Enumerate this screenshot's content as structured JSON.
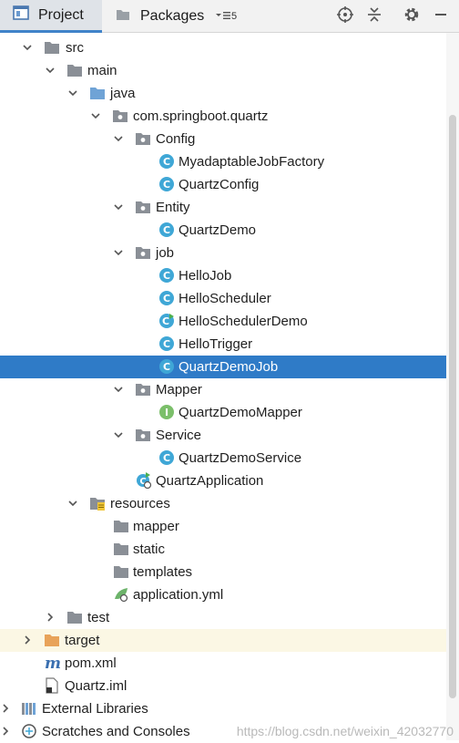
{
  "header": {
    "tab_project": "Project",
    "tab_packages": "Packages",
    "overflow_count": "5"
  },
  "tree": {
    "src": "src",
    "main": "main",
    "java": "java",
    "pkg": "com.springboot.quartz",
    "config": "Config",
    "myadaptable": "MyadaptableJobFactory",
    "quartzconfig": "QuartzConfig",
    "entity": "Entity",
    "quartzdemo": "QuartzDemo",
    "job": "job",
    "hellojob": "HelloJob",
    "helloscheduler": "HelloScheduler",
    "helloschedulerdemo": "HelloSchedulerDemo",
    "hellotrigger": "HelloTrigger",
    "quartzdemojob": "QuartzDemoJob",
    "mapper": "Mapper",
    "quartzdemomapper": "QuartzDemoMapper",
    "service": "Service",
    "quartzdemoservice": "QuartzDemoService",
    "quartzapplication": "QuartzApplication",
    "resources": "resources",
    "res_mapper": "mapper",
    "res_static": "static",
    "res_templates": "templates",
    "application_yml": "application.yml",
    "test": "test",
    "target": "target",
    "pom": "pom.xml",
    "iml": "Quartz.iml",
    "external_libraries": "External Libraries",
    "scratches": "Scratches and Consoles"
  },
  "colors": {
    "selection": "#2f7bc7",
    "class_icon": "#3fa7d6",
    "interface_icon": "#7bbf6a",
    "folder": "#8a8f96",
    "target_folder": "#e8a35a"
  },
  "watermark": "https://blog.csdn.net/weixin_42032770"
}
